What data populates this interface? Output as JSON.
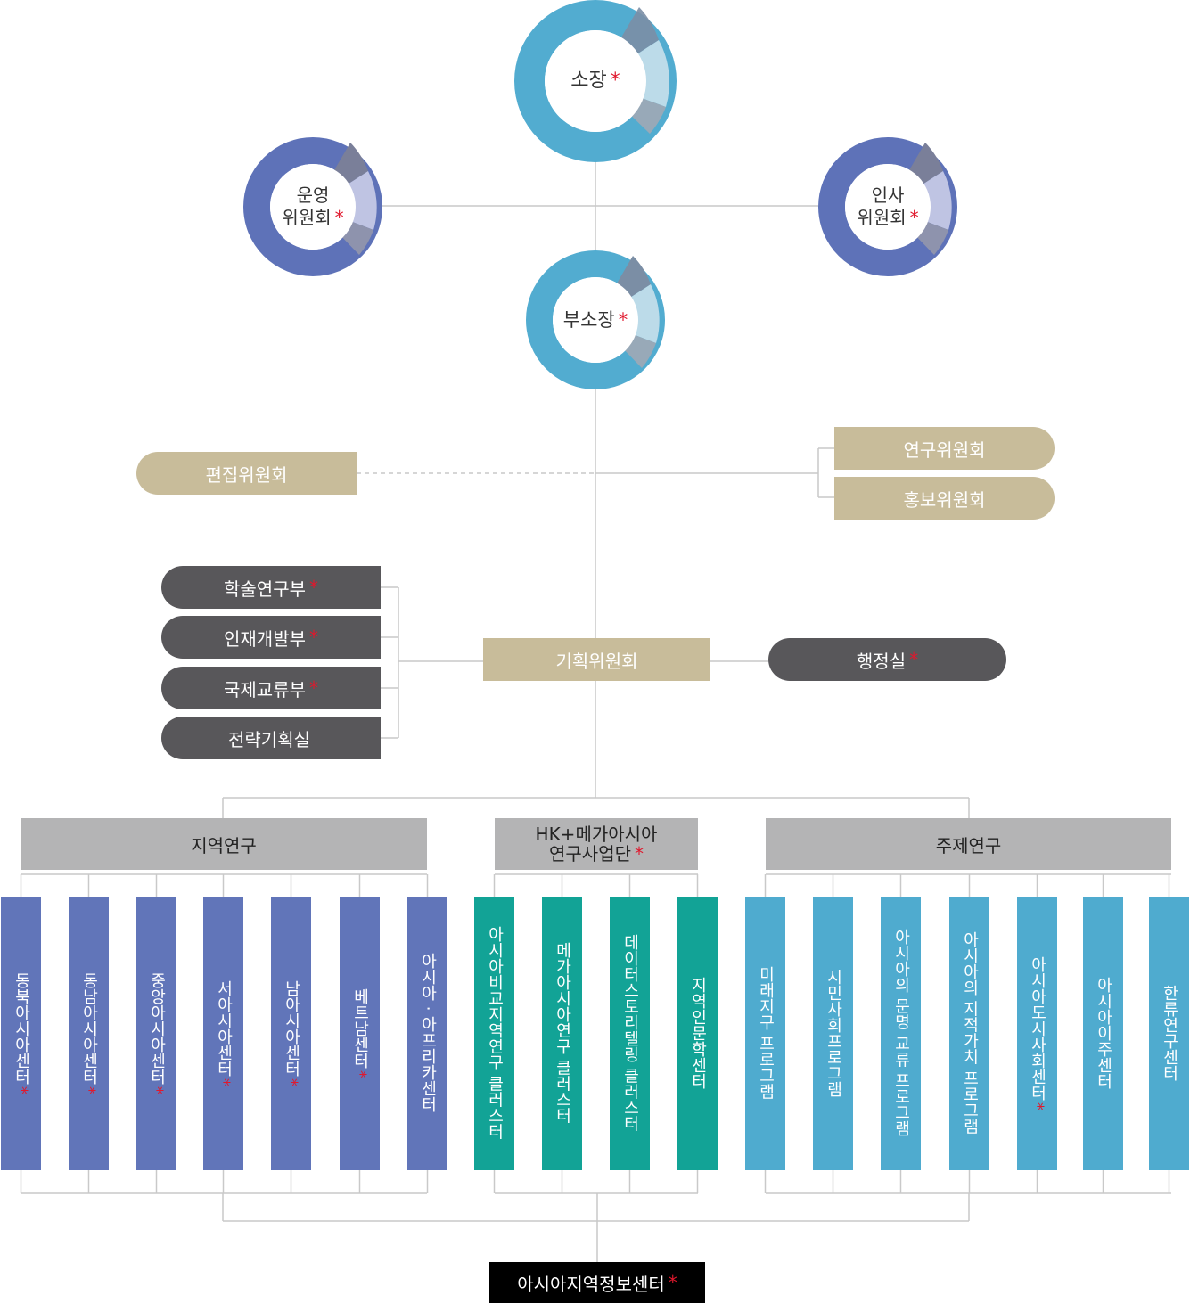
{
  "top": {
    "director": {
      "label": "소장",
      "star": "*"
    },
    "operations": {
      "line1": "운영",
      "line2": "위원회",
      "star": "*"
    },
    "personnel": {
      "line1": "인사",
      "line2": "위원회",
      "star": "*"
    },
    "deputy": {
      "label": "부소장",
      "star": "*"
    }
  },
  "committees": {
    "editorial": "편집위원회",
    "research": "연구위원회",
    "pr": "홍보위원회",
    "planning": "기획위원회"
  },
  "departments": [
    {
      "label": "학술연구부",
      "star": "*"
    },
    {
      "label": "인재개발부",
      "star": "*"
    },
    {
      "label": "국제교류부",
      "star": "*"
    },
    {
      "label": "전략기획실",
      "star": ""
    }
  ],
  "admin": {
    "label": "행정실",
    "star": "*"
  },
  "groups": {
    "regional": {
      "label": "지역연구"
    },
    "hk": {
      "line1": "HK+메가아시아",
      "line2": "연구사업단",
      "star": "*"
    },
    "thematic": {
      "label": "주제연구"
    }
  },
  "regional_centers": [
    {
      "label": "동북아시아센터",
      "star": "*"
    },
    {
      "label": "동남아시아센터",
      "star": "*"
    },
    {
      "label": "중앙아시아센터",
      "star": "*"
    },
    {
      "label": "서아시아센터",
      "star": "*"
    },
    {
      "label": "남아시아센터",
      "star": "*"
    },
    {
      "label": "베트남센터",
      "star": "*"
    },
    {
      "label": "아시아 · 아프리카센터",
      "star": ""
    }
  ],
  "hk_clusters": [
    {
      "label": "아시아비교지역연구 클러스터",
      "star": ""
    },
    {
      "label": "메가아시아연구 클러스터",
      "star": ""
    },
    {
      "label": "데이터스토리텔링 클러스터",
      "star": ""
    },
    {
      "label": "지역인문학센터",
      "star": ""
    }
  ],
  "thematic_programs": [
    {
      "label": "미래지구 프로그램",
      "star": ""
    },
    {
      "label": "시민사회프로그램",
      "star": ""
    },
    {
      "label": "아시아의 문명 교류 프로그램",
      "star": ""
    },
    {
      "label": "아시아의 지적가치 프로그램",
      "star": ""
    },
    {
      "label": "아시아도시사회센터",
      "star": "*"
    },
    {
      "label": "아시아이주센터",
      "star": ""
    },
    {
      "label": "한류연구센터",
      "star": ""
    }
  ],
  "info_center": {
    "label": "아시아지역정보센터",
    "star": "*"
  },
  "colors": {
    "ring_sky": "#52acd0",
    "ring_indigo": "#5e72b8",
    "tan": "#c8bc9a",
    "dark": "#58575a",
    "gray": "#b4b4b5",
    "blue_col": "#6175b9",
    "teal_col": "#12a396",
    "sky_col": "#4fabcf",
    "star": "#e0182d"
  }
}
